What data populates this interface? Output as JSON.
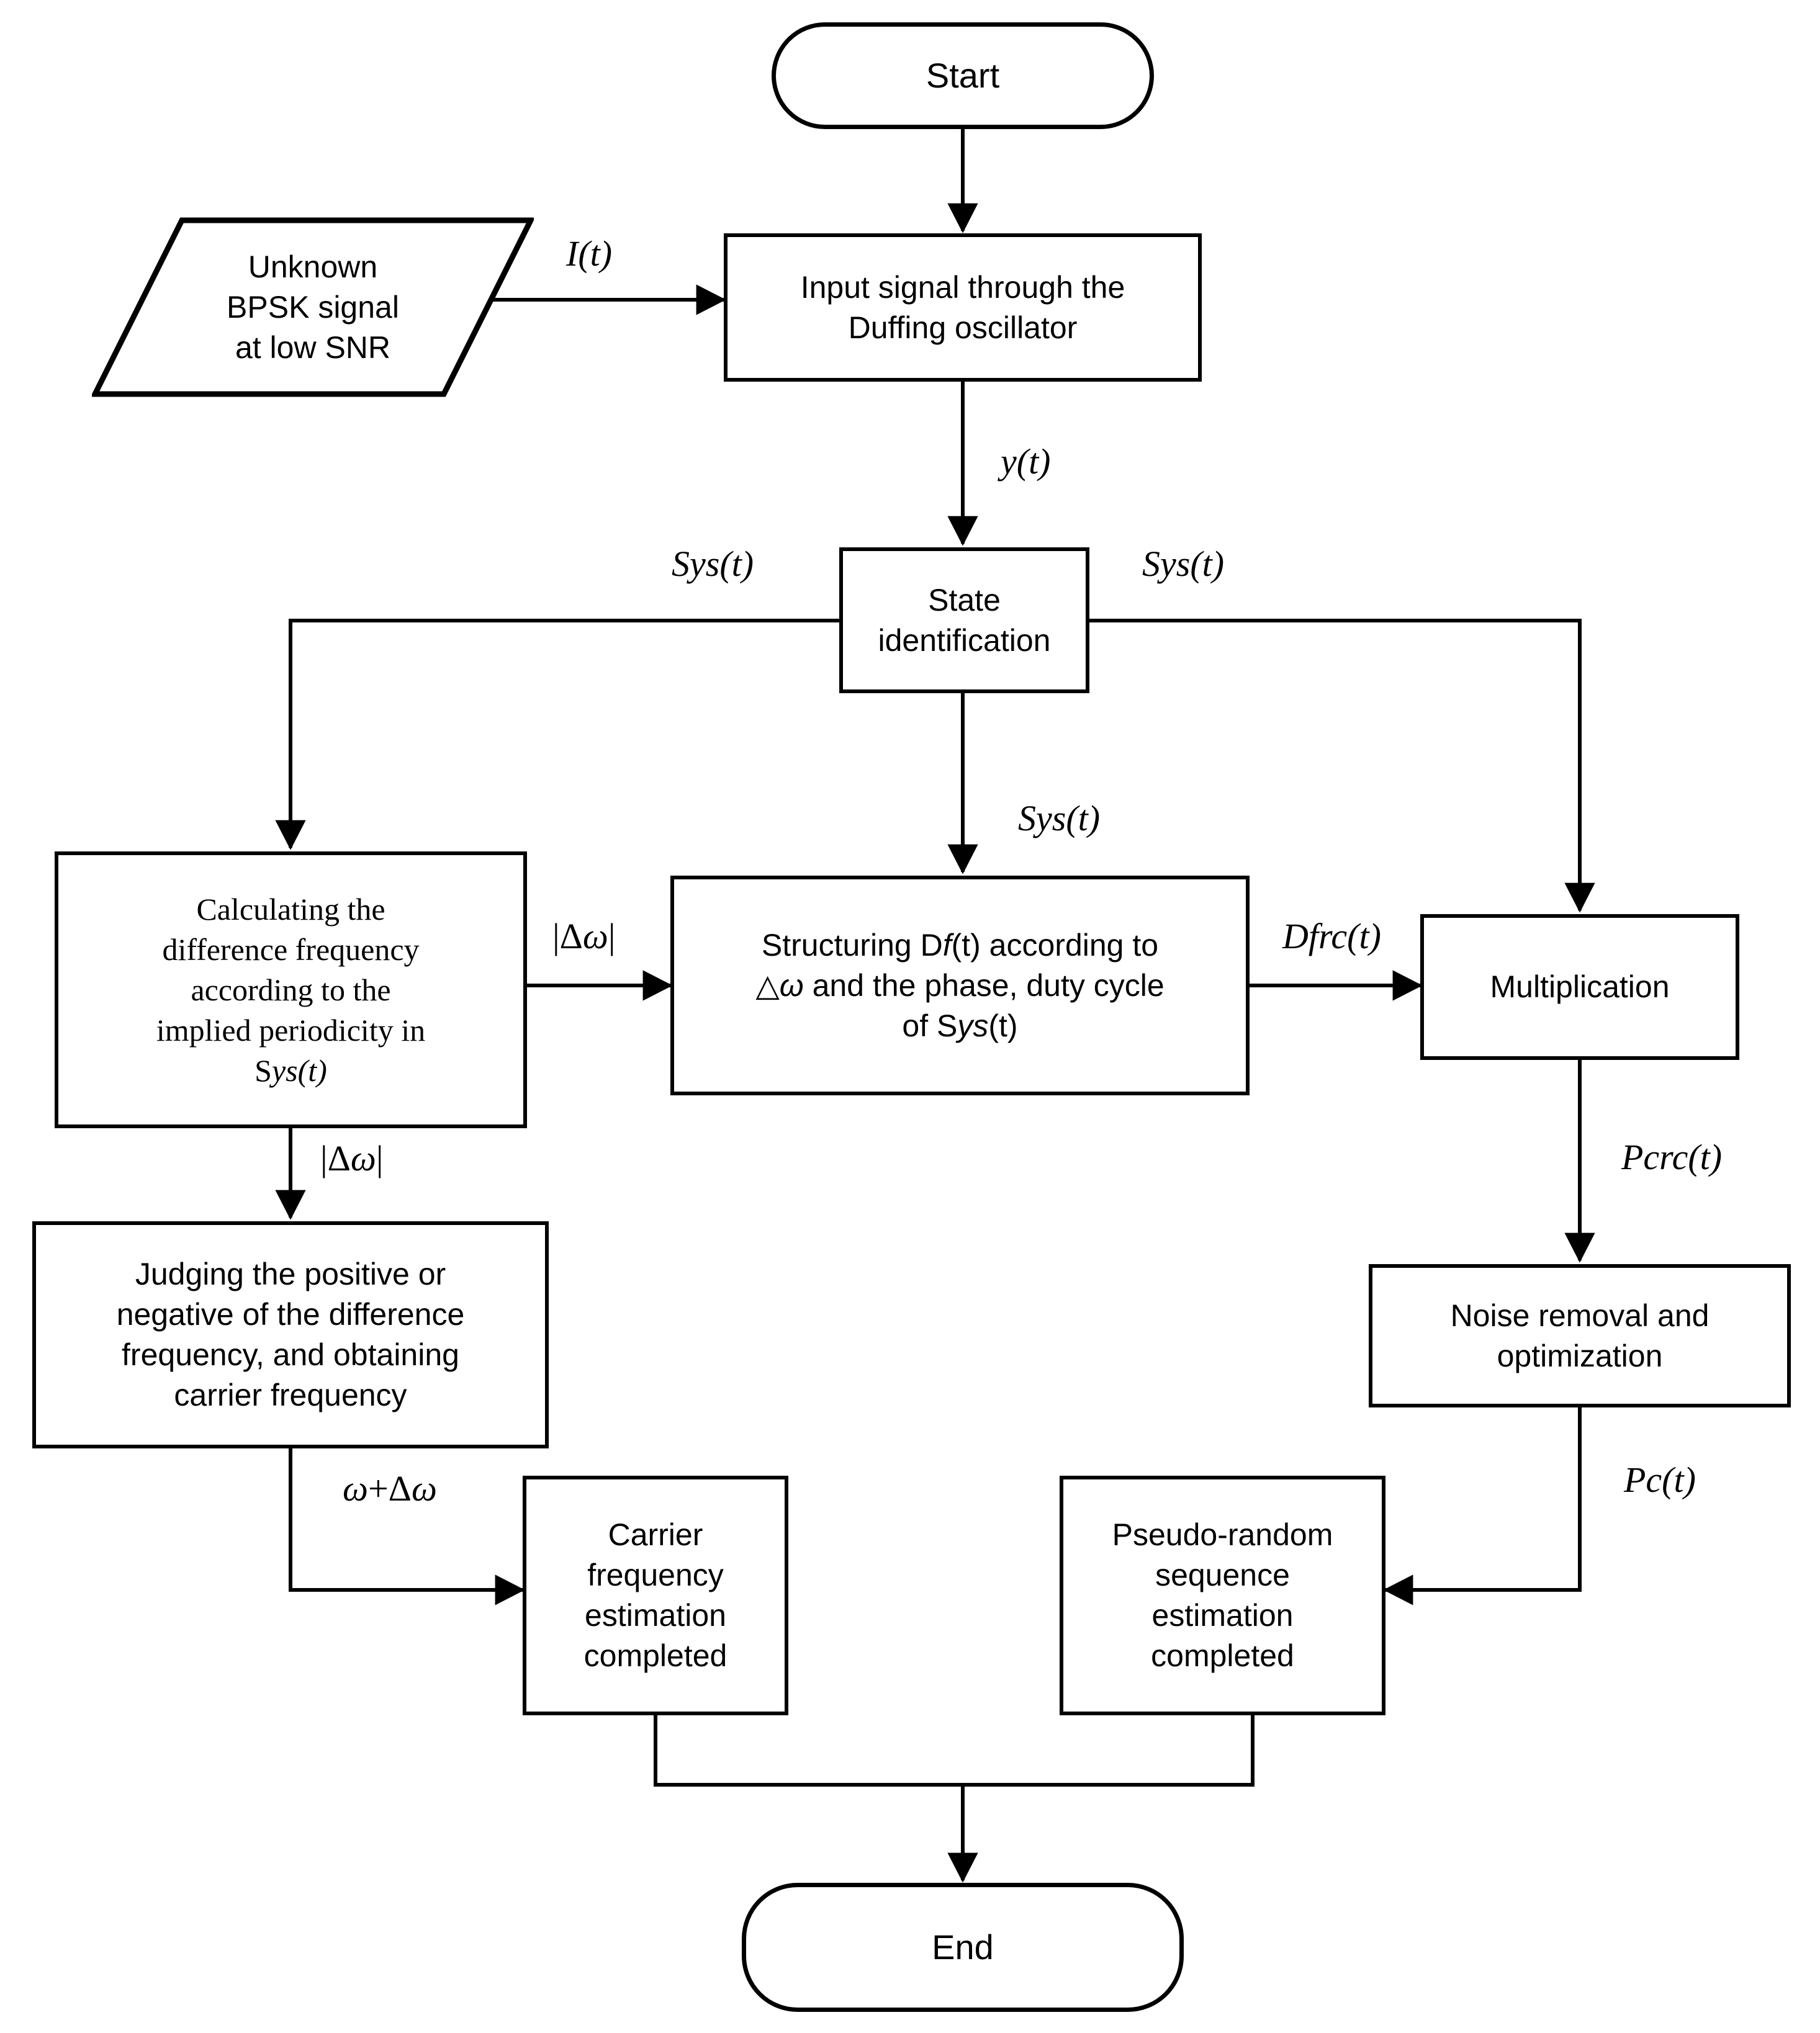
{
  "diagram": {
    "title": "BPSK signal carrier frequency and pseudo-random sequence estimation flowchart",
    "type": "flowchart",
    "stroke_color": "#000000",
    "background_color": "#ffffff"
  },
  "nodes": {
    "start": {
      "label": "Start",
      "shape": "terminator"
    },
    "input_data": {
      "line1": "Unknown",
      "line2": "BPSK signal",
      "line3": "at low SNR",
      "shape": "parallelogram"
    },
    "duffing": {
      "line1": "Input signal through the",
      "line2": "Duffing oscillator",
      "shape": "process"
    },
    "state_id": {
      "line1": "State",
      "line2": "identification",
      "shape": "process"
    },
    "calc_diff_freq": {
      "line1": "Calculating the",
      "line2": "difference frequency",
      "line3": "according to the",
      "line4": "implied periodicity in",
      "line5_a": "S",
      "line5_b": "ys",
      "line5_c": "(t)",
      "shape": "process"
    },
    "structuring": {
      "l1_a": "Structuring D",
      "l1_b": "f",
      "l1_c": "(t) according to",
      "l2_a": "△",
      "l2_b": "ω",
      "l2_c": " and the phase, duty cycle",
      "l3_a": "of S",
      "l3_b": "ys",
      "l3_c": "(t)",
      "shape": "process"
    },
    "multiplication": {
      "label": "Multiplication",
      "shape": "process"
    },
    "judging": {
      "line1": "Judging the positive or",
      "line2": "negative of the difference",
      "line3": "frequency, and obtaining",
      "line4": "carrier frequency",
      "shape": "process"
    },
    "noise_removal": {
      "line1": "Noise removal and",
      "line2": "optimization",
      "shape": "process"
    },
    "carrier_done": {
      "line1": "Carrier",
      "line2": "frequency",
      "line3": "estimation",
      "line4": "completed",
      "shape": "process"
    },
    "pseudo_done": {
      "line1": "Pseudo-random",
      "line2": "sequence",
      "line3": "estimation",
      "line4": "completed",
      "shape": "process"
    },
    "end": {
      "label": "End",
      "shape": "terminator"
    }
  },
  "edge_labels": {
    "input_to_duffing": {
      "a": "I",
      "b": "(t)"
    },
    "duffing_to_state": {
      "a": "y",
      "b": "(t)"
    },
    "state_left": {
      "a": "S",
      "b": "ys",
      "c": "(t)"
    },
    "state_right": {
      "a": "S",
      "b": "ys",
      "c": "(t)"
    },
    "state_down": {
      "a": "S",
      "b": "ys",
      "c": "(t)"
    },
    "calc_to_struct": {
      "a": "|Δ",
      "b": "ω",
      "c": "|"
    },
    "calc_to_judge": {
      "a": "|Δ",
      "b": "ω",
      "c": "|"
    },
    "struct_to_mult": {
      "a": "Dfrc",
      "b": "(t)"
    },
    "mult_to_noise": {
      "a": "Pcrc",
      "b": "(t)"
    },
    "noise_to_pseudo": {
      "a": "Pc",
      "b": "(t)"
    },
    "judge_to_carrier": {
      "a": "ω",
      "b": "+Δ",
      "c": "ω"
    }
  },
  "edges": [
    {
      "from": "start",
      "to": "duffing",
      "label": ""
    },
    {
      "from": "input_data",
      "to": "duffing",
      "label": "I(t)"
    },
    {
      "from": "duffing",
      "to": "state_id",
      "label": "y(t)"
    },
    {
      "from": "state_id",
      "to": "calc_diff_freq",
      "label": "Sys(t)"
    },
    {
      "from": "state_id",
      "to": "structuring",
      "label": "Sys(t)"
    },
    {
      "from": "state_id",
      "to": "multiplication",
      "label": "Sys(t)"
    },
    {
      "from": "calc_diff_freq",
      "to": "structuring",
      "label": "|Δω|"
    },
    {
      "from": "calc_diff_freq",
      "to": "judging",
      "label": "|Δω|"
    },
    {
      "from": "structuring",
      "to": "multiplication",
      "label": "Dfrc(t)"
    },
    {
      "from": "multiplication",
      "to": "noise_removal",
      "label": "Pcrc(t)"
    },
    {
      "from": "noise_removal",
      "to": "pseudo_done",
      "label": "Pc(t)"
    },
    {
      "from": "judging",
      "to": "carrier_done",
      "label": "ω+Δω"
    },
    {
      "from": "carrier_done",
      "to": "end",
      "label": ""
    },
    {
      "from": "pseudo_done",
      "to": "end",
      "label": ""
    }
  ]
}
